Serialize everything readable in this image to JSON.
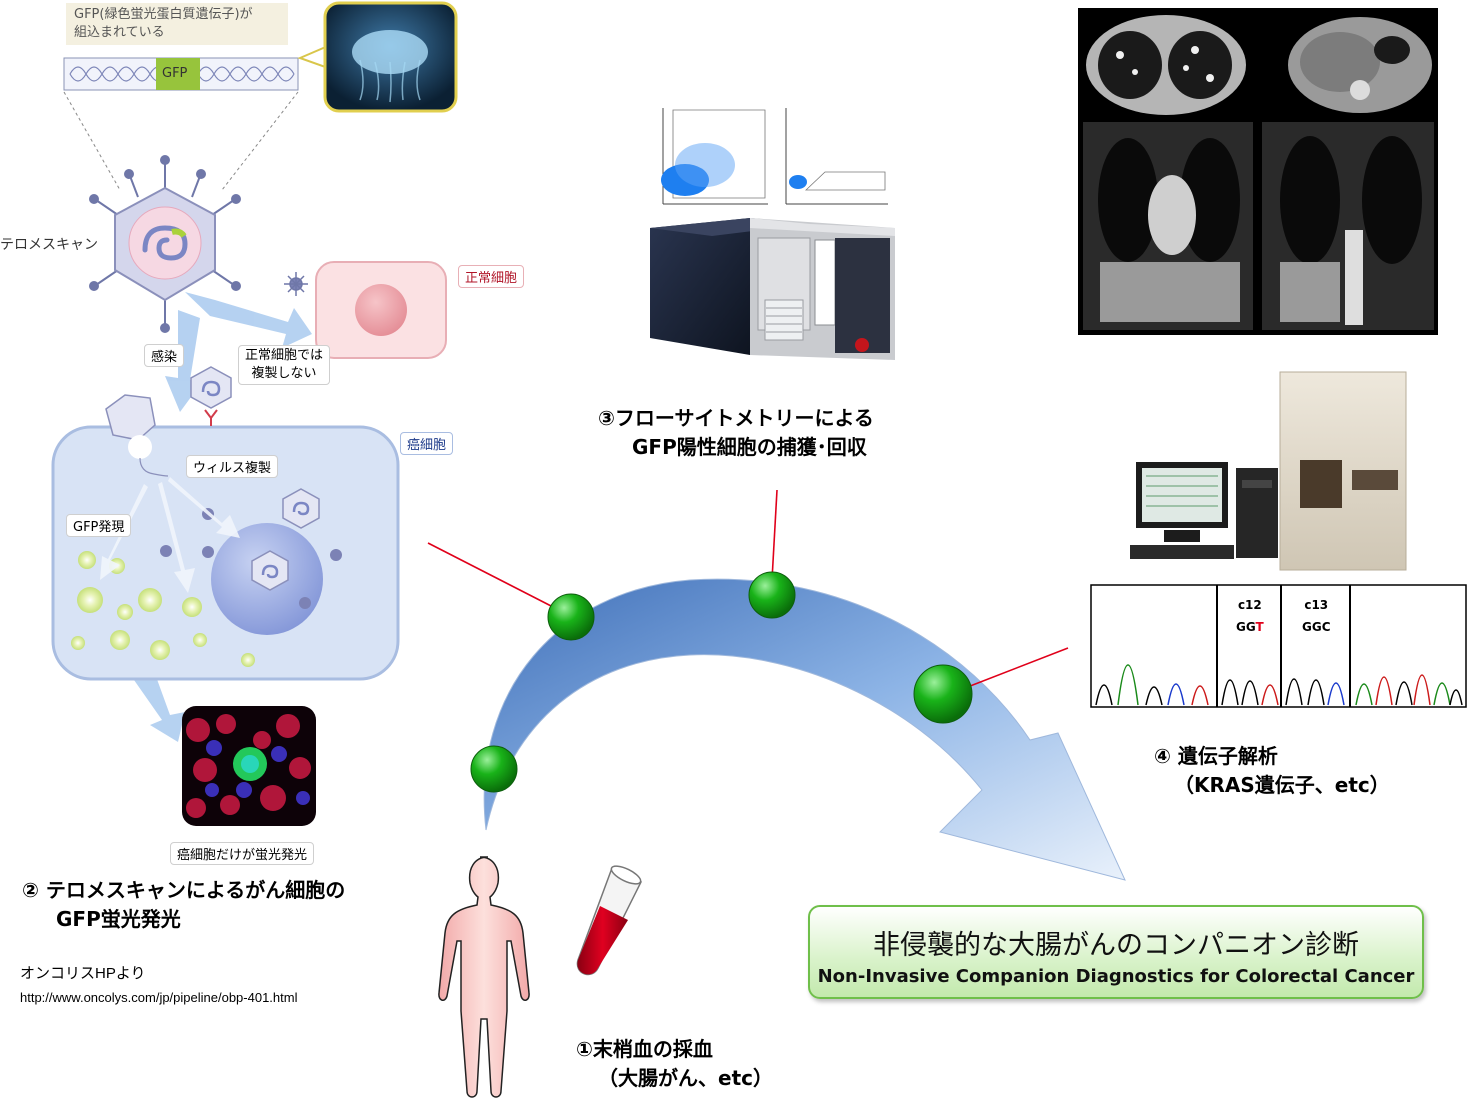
{
  "gfp_note": {
    "line1": "GFP(緑色蛍光蛋白質遺伝子)が",
    "line2": "組込まれている"
  },
  "gfp_segment_label": "GFP",
  "virus_label": "テロメスキャン",
  "normal_cell_label": "正常細胞",
  "normal_cell_note": {
    "line1": "正常細胞では",
    "line2": "複製しない"
  },
  "infection_label": "感染",
  "cancer_cell_label": "癌細胞",
  "virus_replication_label": "ウィルス複製",
  "gfp_expression_label": "GFP発現",
  "fluorescence_caption": "癌細胞だけが蛍光発光",
  "step2": {
    "line1": "② テロメスキャンによるがん細胞の",
    "line2": "GFP蛍光発光"
  },
  "source": {
    "line1": "オンコリスHPより",
    "line2": "http://www.oncolys.com/jp/pipeline/obp-401.html"
  },
  "step3": {
    "line1": "③フローサイトメトリーによる",
    "line2": "GFP陽性細胞の捕獲･回収"
  },
  "step4": {
    "line1": "④ 遺伝子解析",
    "line2": "（KRAS遺伝子、etc）"
  },
  "step1": {
    "line1": "①末梢血の採血",
    "line2": "（大腸がん、etc）"
  },
  "sequencing": {
    "c12": "c12",
    "c12_seq_prefix": "GG",
    "c12_seq_mut": "T",
    "c13": "c13",
    "c13_seq": "GGC"
  },
  "banner": {
    "title": "非侵襲的な大腸がんのコンパニオン診断",
    "subtitle": "Non-Invasive Companion Diagnostics for Colorectal Cancer"
  },
  "colors": {
    "arrow": "#6f9fd8",
    "node": "#1fa81f",
    "connector": "#e0001a",
    "banner_border": "#6fbf4a"
  }
}
